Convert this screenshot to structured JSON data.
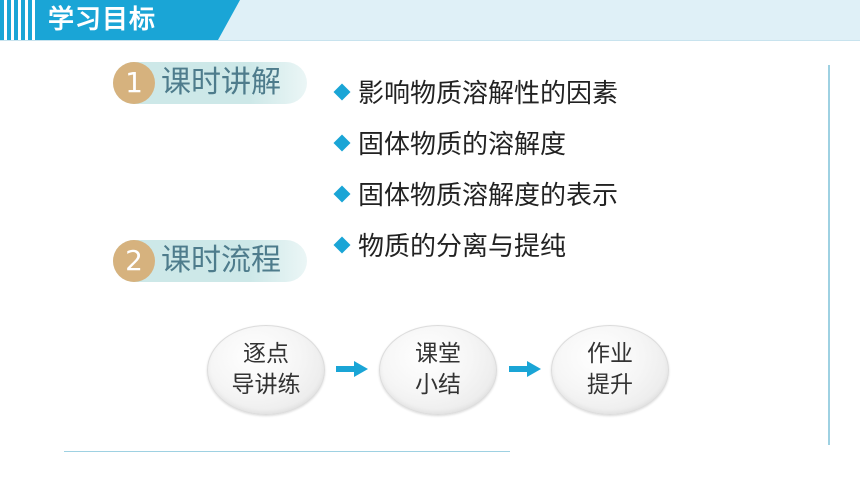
{
  "header": {
    "title": "学习目标"
  },
  "sections": [
    {
      "number": "1",
      "label": "课时讲解"
    },
    {
      "number": "2",
      "label": "课时流程"
    }
  ],
  "objectives": [
    "影响物质溶解性的因素",
    "固体物质的溶解度",
    "固体物质溶解度的表示",
    "物质的分离与提纯"
  ],
  "flow": [
    "逐点\n导讲练",
    "课堂\n小结",
    "作业\n提升"
  ],
  "colors": {
    "accent": "#1aa5d6",
    "badge": "#d6b27e",
    "pill": "#cde8e8",
    "banner_bg": "#dff0f7"
  },
  "icons": {
    "bullet": "diamond-icon",
    "flow_arrow": "arrow-right-icon"
  }
}
